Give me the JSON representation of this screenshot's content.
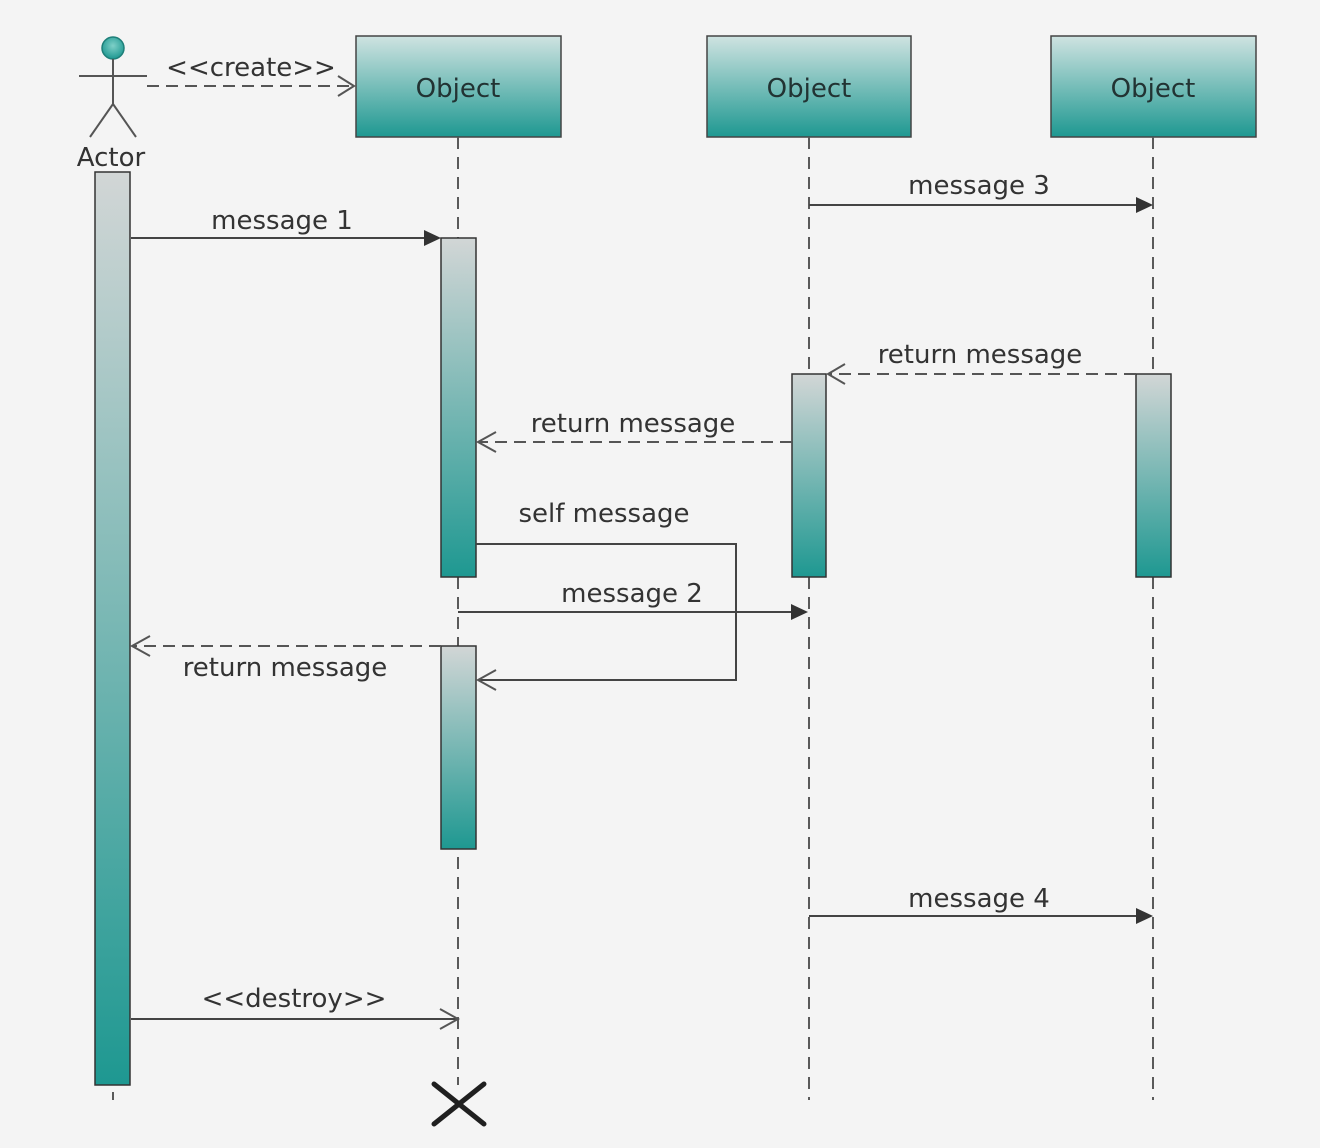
{
  "actor": {
    "label": "Actor"
  },
  "objects": [
    {
      "label": "Object"
    },
    {
      "label": "Object"
    },
    {
      "label": "Object"
    }
  ],
  "messages": {
    "create": "<<create>>",
    "message_1": "message 1",
    "message_2": "message 2",
    "message_3": "message 3",
    "message_4": "message 4",
    "self_message": "self message",
    "return_obj3_to_obj2": "return message",
    "return_obj2_to_obj1": "return message",
    "return_obj1_to_actor": "return message",
    "destroy": "<<destroy>>"
  },
  "colors": {
    "teal_dark": "#1e9891",
    "teal_light": "#cfe3e1",
    "gray_light": "#d2d6d6",
    "background": "#f4f4f4"
  }
}
